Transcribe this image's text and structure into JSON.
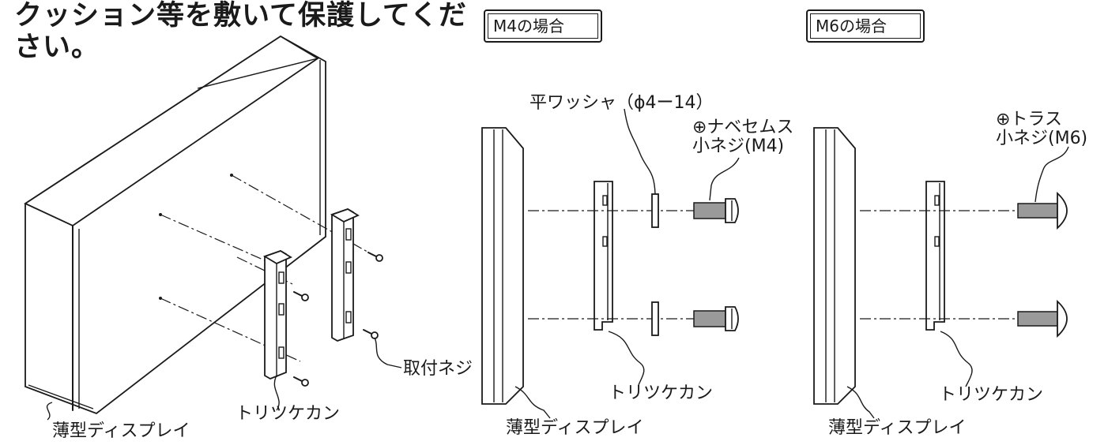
{
  "heading": {
    "line1": "クッション等を敷いて保護してくだ",
    "line2": "さい。"
  },
  "left": {
    "display_label": "薄型ディスプレイ",
    "bracket_label": "トリツケカン",
    "screw_label": "取付ネジ"
  },
  "m4": {
    "box": "M4の場合",
    "washer_label": "平ワッシャ（ϕ4ー14）",
    "screw_label_line1": "⊕ナベセムス",
    "screw_label_line2": "小ネジ(M4)",
    "bracket_label": "トリツケカン",
    "display_label": "薄型ディスプレイ"
  },
  "m6": {
    "box": "M6の場合",
    "screw_label_line1": "⊕トラス",
    "screw_label_line2": "小ネジ(M6)",
    "bracket_label": "トリツケカン",
    "display_label": "薄型ディスプレイ"
  }
}
